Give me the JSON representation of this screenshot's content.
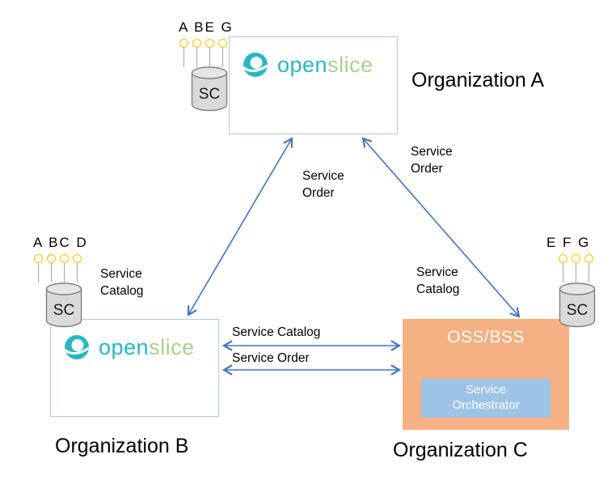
{
  "logo": {
    "open": "open",
    "slice": "slice"
  },
  "org_a": {
    "label": "Organization A",
    "sc": "SC",
    "ports": "A BE G"
  },
  "org_b": {
    "label": "Organization B",
    "sc": "SC",
    "ports": "A BC D",
    "catalog_note": "Service\nCatalog"
  },
  "org_c": {
    "label": "Organization C",
    "oss_bss": "OSS/BSS",
    "orchestrator": "Service Orchestrator",
    "sc": "SC",
    "ports": "E F G"
  },
  "edges": {
    "ab_order": "Service\nOrder",
    "ac_order": "Service\nOrder",
    "ac_catalog": "Service\nCatalog",
    "bc_catalog": "Service Catalog",
    "bc_order": "Service Order"
  },
  "colors": {
    "arrow_blue": "#4472C4",
    "box_border": "#AFC7E8",
    "oss_bss_orange": "#F5B183",
    "orchestrator_blue": "#9DC3E6",
    "logo_teal": "#29B6C4",
    "logo_green": "#A9D18E",
    "port_gold": "#FFC000",
    "cylinder_gray": "#D9D9D9"
  }
}
